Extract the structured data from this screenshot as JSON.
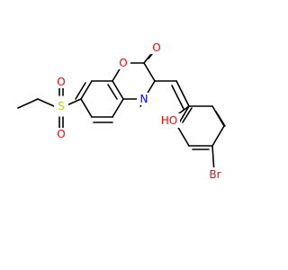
{
  "molecule": {
    "atoms": {
      "O_ring": {
        "label": "O",
        "color": "#ff0000"
      },
      "O_carbonyl": {
        "label": "O",
        "color": "#ff0000"
      },
      "N": {
        "label": "N",
        "color": "#0000ff"
      },
      "S": {
        "label": "S",
        "color": "#cccc00"
      },
      "O_S1": {
        "label": "O",
        "color": "#ff0000"
      },
      "O_S2": {
        "label": "O",
        "color": "#ff0000"
      },
      "HO": {
        "label": "HO",
        "color": "#ff0000"
      },
      "Br": {
        "label": "Br",
        "color": "#a52a2a"
      }
    },
    "bond_color": "#000000"
  }
}
